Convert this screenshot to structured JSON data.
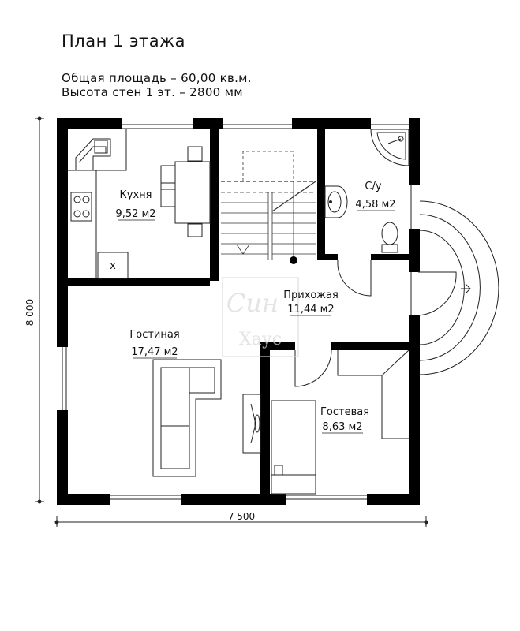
{
  "plan": {
    "title": "План 1 этажа",
    "total_area": "Общая площадь – 60,00 кв.м.",
    "wall_height": "Высота стен 1 эт. – 2800 мм"
  },
  "rooms": {
    "kitchen": {
      "name": "Кухня",
      "area": "9,52 м2"
    },
    "bathroom": {
      "name": "С/у",
      "area": "4,58 м2"
    },
    "hallway": {
      "name": "Прихожая",
      "area": "11,44 м2"
    },
    "living": {
      "name": "Гостиная",
      "area": "17,47 м2"
    },
    "guest": {
      "name": "Гостевая",
      "area": "8,63 м2"
    }
  },
  "dimensions": {
    "width": "7 500",
    "height": "8 000"
  },
  "fixtures": {
    "cabinet_mark": "x"
  },
  "watermark": {
    "line1": "Син",
    "line2": "Хаус"
  },
  "colors": {
    "wall": "#000000",
    "line": "#222222",
    "watermark": "#d9d9d9"
  }
}
